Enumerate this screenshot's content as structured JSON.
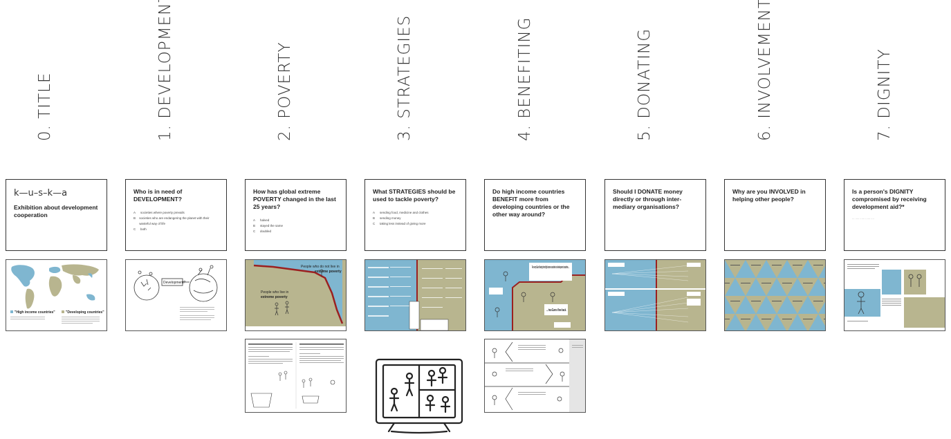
{
  "columns": [
    {
      "title": "0. TITLE"
    },
    {
      "title": "1. DEVELOPMENT"
    },
    {
      "title": "2. POVERTY"
    },
    {
      "title": "3. STRATEGIES"
    },
    {
      "title": "4. BENEFITING"
    },
    {
      "title": "5. DONATING"
    },
    {
      "title": "6. INVOLVEMENT"
    },
    {
      "title": "7. DIGNITY"
    }
  ],
  "cards": {
    "title": {
      "logo": "k—u–s–k—a",
      "text": "Exhibition about development cooperation"
    },
    "development": {
      "question": "Who is in need of DEVELOPMENT?",
      "options": [
        {
          "letter": "A",
          "text": "societies where poverty prevails"
        },
        {
          "letter": "B",
          "text": "societies who are endangering the planet with their wasteful way of life"
        },
        {
          "letter": "C",
          "text": "both"
        }
      ]
    },
    "poverty": {
      "question": "How has global extreme POVERTY changed in the last 25 years?",
      "options": [
        {
          "letter": "A",
          "text": "halved"
        },
        {
          "letter": "B",
          "text": "stayed the same"
        },
        {
          "letter": "C",
          "text": "doubled"
        }
      ]
    },
    "strategies": {
      "question": "What STRATEGIES should be used to tackle poverty?",
      "options": [
        {
          "letter": "A",
          "text": "sending food, medicine and clothes"
        },
        {
          "letter": "B",
          "text": "sending money"
        },
        {
          "letter": "C",
          "text": "taking less instead of giving more"
        }
      ]
    },
    "benefiting": {
      "question": "Do high income countries BENEFIT more from developing countries or the other way around?"
    },
    "donating": {
      "question": "Should I DONATE money directly or through inter-mediary organisations?"
    },
    "involvement": {
      "question": "Why are you INVOLVED in helping other people?"
    },
    "dignity": {
      "question": "Is a person's DIGNITY compromised by receiving development aid?*"
    }
  },
  "posters": {
    "title_map": {
      "legend_high": "\"High income countries\"",
      "legend_dev": "\"Developing countries\""
    },
    "development": {
      "label": "Development?"
    },
    "poverty": {
      "label_top": "People who do not live in",
      "label_top_bold": "extreme poverty",
      "label_bottom": "People who live in",
      "label_bottom_bold": "extreme poverty"
    },
    "benefiting": {
      "label_top": "For every Euro flowing from high income countries to develop-ment countries ...",
      "label_bottom": "... two Euros flow back."
    }
  },
  "colors": {
    "blue": "#7fb6d0",
    "olive": "#b8b58f",
    "red": "#9b2020"
  }
}
